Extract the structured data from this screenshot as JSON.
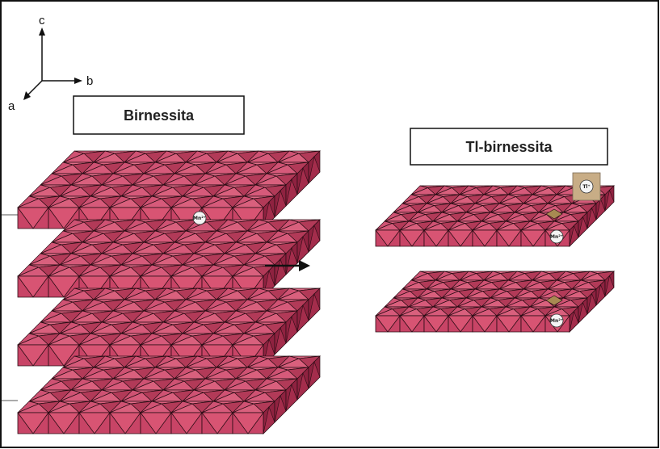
{
  "axes": {
    "c_label": "c",
    "b_label": "b",
    "a_label": "a"
  },
  "titles": {
    "left": "Birnessita",
    "right": "Tl-birnessita"
  },
  "ion_labels": {
    "mn": "Mn²⁺",
    "tl": "Tl⁺"
  },
  "colors": {
    "octa_top_light": "#d9607d",
    "octa_top_dark": "#b23a58",
    "octa_front": "#c84466",
    "octa_side": "#8f2240",
    "edge": "#2a0c14",
    "tl_square": "#c8ad86",
    "vacancy": "#a88a52",
    "frame": "#111111"
  },
  "transition_arrow": "right-pointing arrow"
}
